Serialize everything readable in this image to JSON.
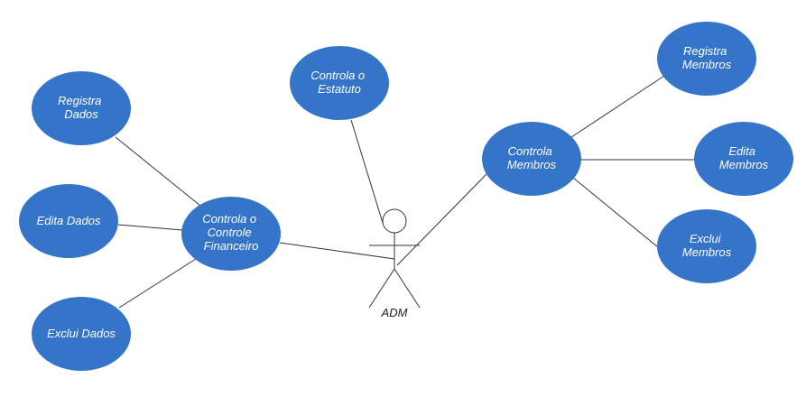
{
  "diagram": {
    "colors": {
      "use_case_fill": "#3575c9",
      "text": "#ffffff",
      "line": "#333333"
    },
    "actor": {
      "label": "ADM"
    },
    "use_cases": {
      "registra_dados": {
        "lines": [
          "Registra",
          "Dados"
        ]
      },
      "edita_dados": {
        "lines": [
          "Edita Dados"
        ]
      },
      "exclui_dados": {
        "lines": [
          "Exclui Dados"
        ]
      },
      "controle_financeiro": {
        "lines": [
          "Controla o",
          "Controle",
          "Financeiro"
        ]
      },
      "controla_estatuto": {
        "lines": [
          "Controla o",
          "Estatuto"
        ]
      },
      "controla_membros": {
        "lines": [
          "Controla",
          "Membros"
        ]
      },
      "registra_membros": {
        "lines": [
          "Registra",
          "Membros"
        ]
      },
      "edita_membros": {
        "lines": [
          "Edita",
          "Membros"
        ]
      },
      "exclui_membros": {
        "lines": [
          "Exclui",
          "Membros"
        ]
      }
    }
  }
}
